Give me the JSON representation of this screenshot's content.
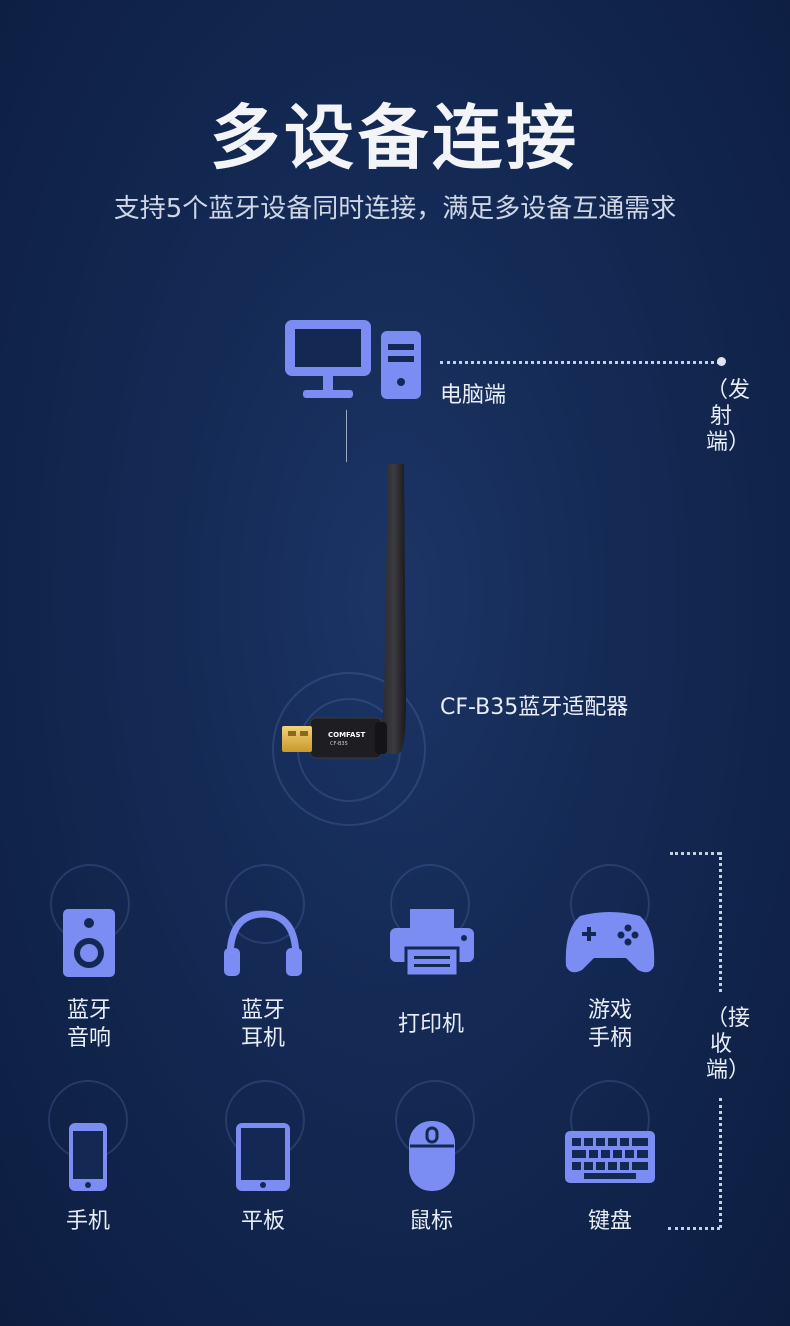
{
  "header": {
    "title": "多设备连接",
    "subtitle": "支持5个蓝牙设备同时连接，满足多设备互通需求"
  },
  "transmitter": {
    "pc_label": "电脑端",
    "side_label": "（发射端）",
    "icons": [
      "monitor-icon",
      "pc-tower-icon"
    ]
  },
  "adapter": {
    "label": "CF-B35蓝牙适配器",
    "brand": "COMFAST",
    "model": "CF-B35"
  },
  "receiver": {
    "side_label": "（接收端）",
    "devices": [
      {
        "icon": "speaker-icon",
        "line1": "蓝牙",
        "line2": "音响"
      },
      {
        "icon": "headphones-icon",
        "line1": "蓝牙",
        "line2": "耳机"
      },
      {
        "icon": "printer-icon",
        "line1": "打印机",
        "line2": ""
      },
      {
        "icon": "gamepad-icon",
        "line1": "游戏",
        "line2": "手柄"
      },
      {
        "icon": "phone-icon",
        "line1": "手机",
        "line2": ""
      },
      {
        "icon": "tablet-icon",
        "line1": "平板",
        "line2": ""
      },
      {
        "icon": "mouse-icon",
        "line1": "鼠标",
        "line2": ""
      },
      {
        "icon": "keyboard-icon",
        "line1": "键盘",
        "line2": ""
      }
    ]
  },
  "colors": {
    "icon": "#7b8cf2",
    "background": "#142a55",
    "text": "#e8ecf5"
  }
}
